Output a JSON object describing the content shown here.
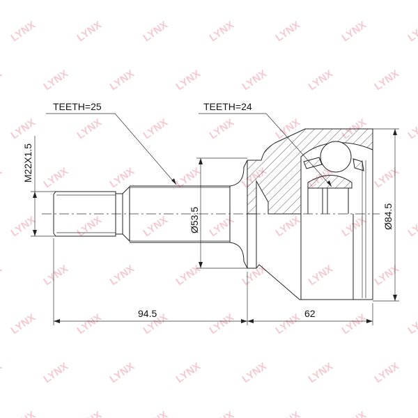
{
  "watermark": {
    "text": "LYNX",
    "color": "#f2b8c0"
  },
  "labels": {
    "teeth_shaft": "TEETH=25",
    "teeth_hub": "TEETH=24",
    "thread": "M22X1.5",
    "shaft_diameter": "Ø53.5",
    "outer_diameter": "Ø84.5",
    "shaft_length": "94.5",
    "body_length": "62"
  },
  "colors": {
    "line": "#222222",
    "watermark": "#f2b8c0"
  }
}
